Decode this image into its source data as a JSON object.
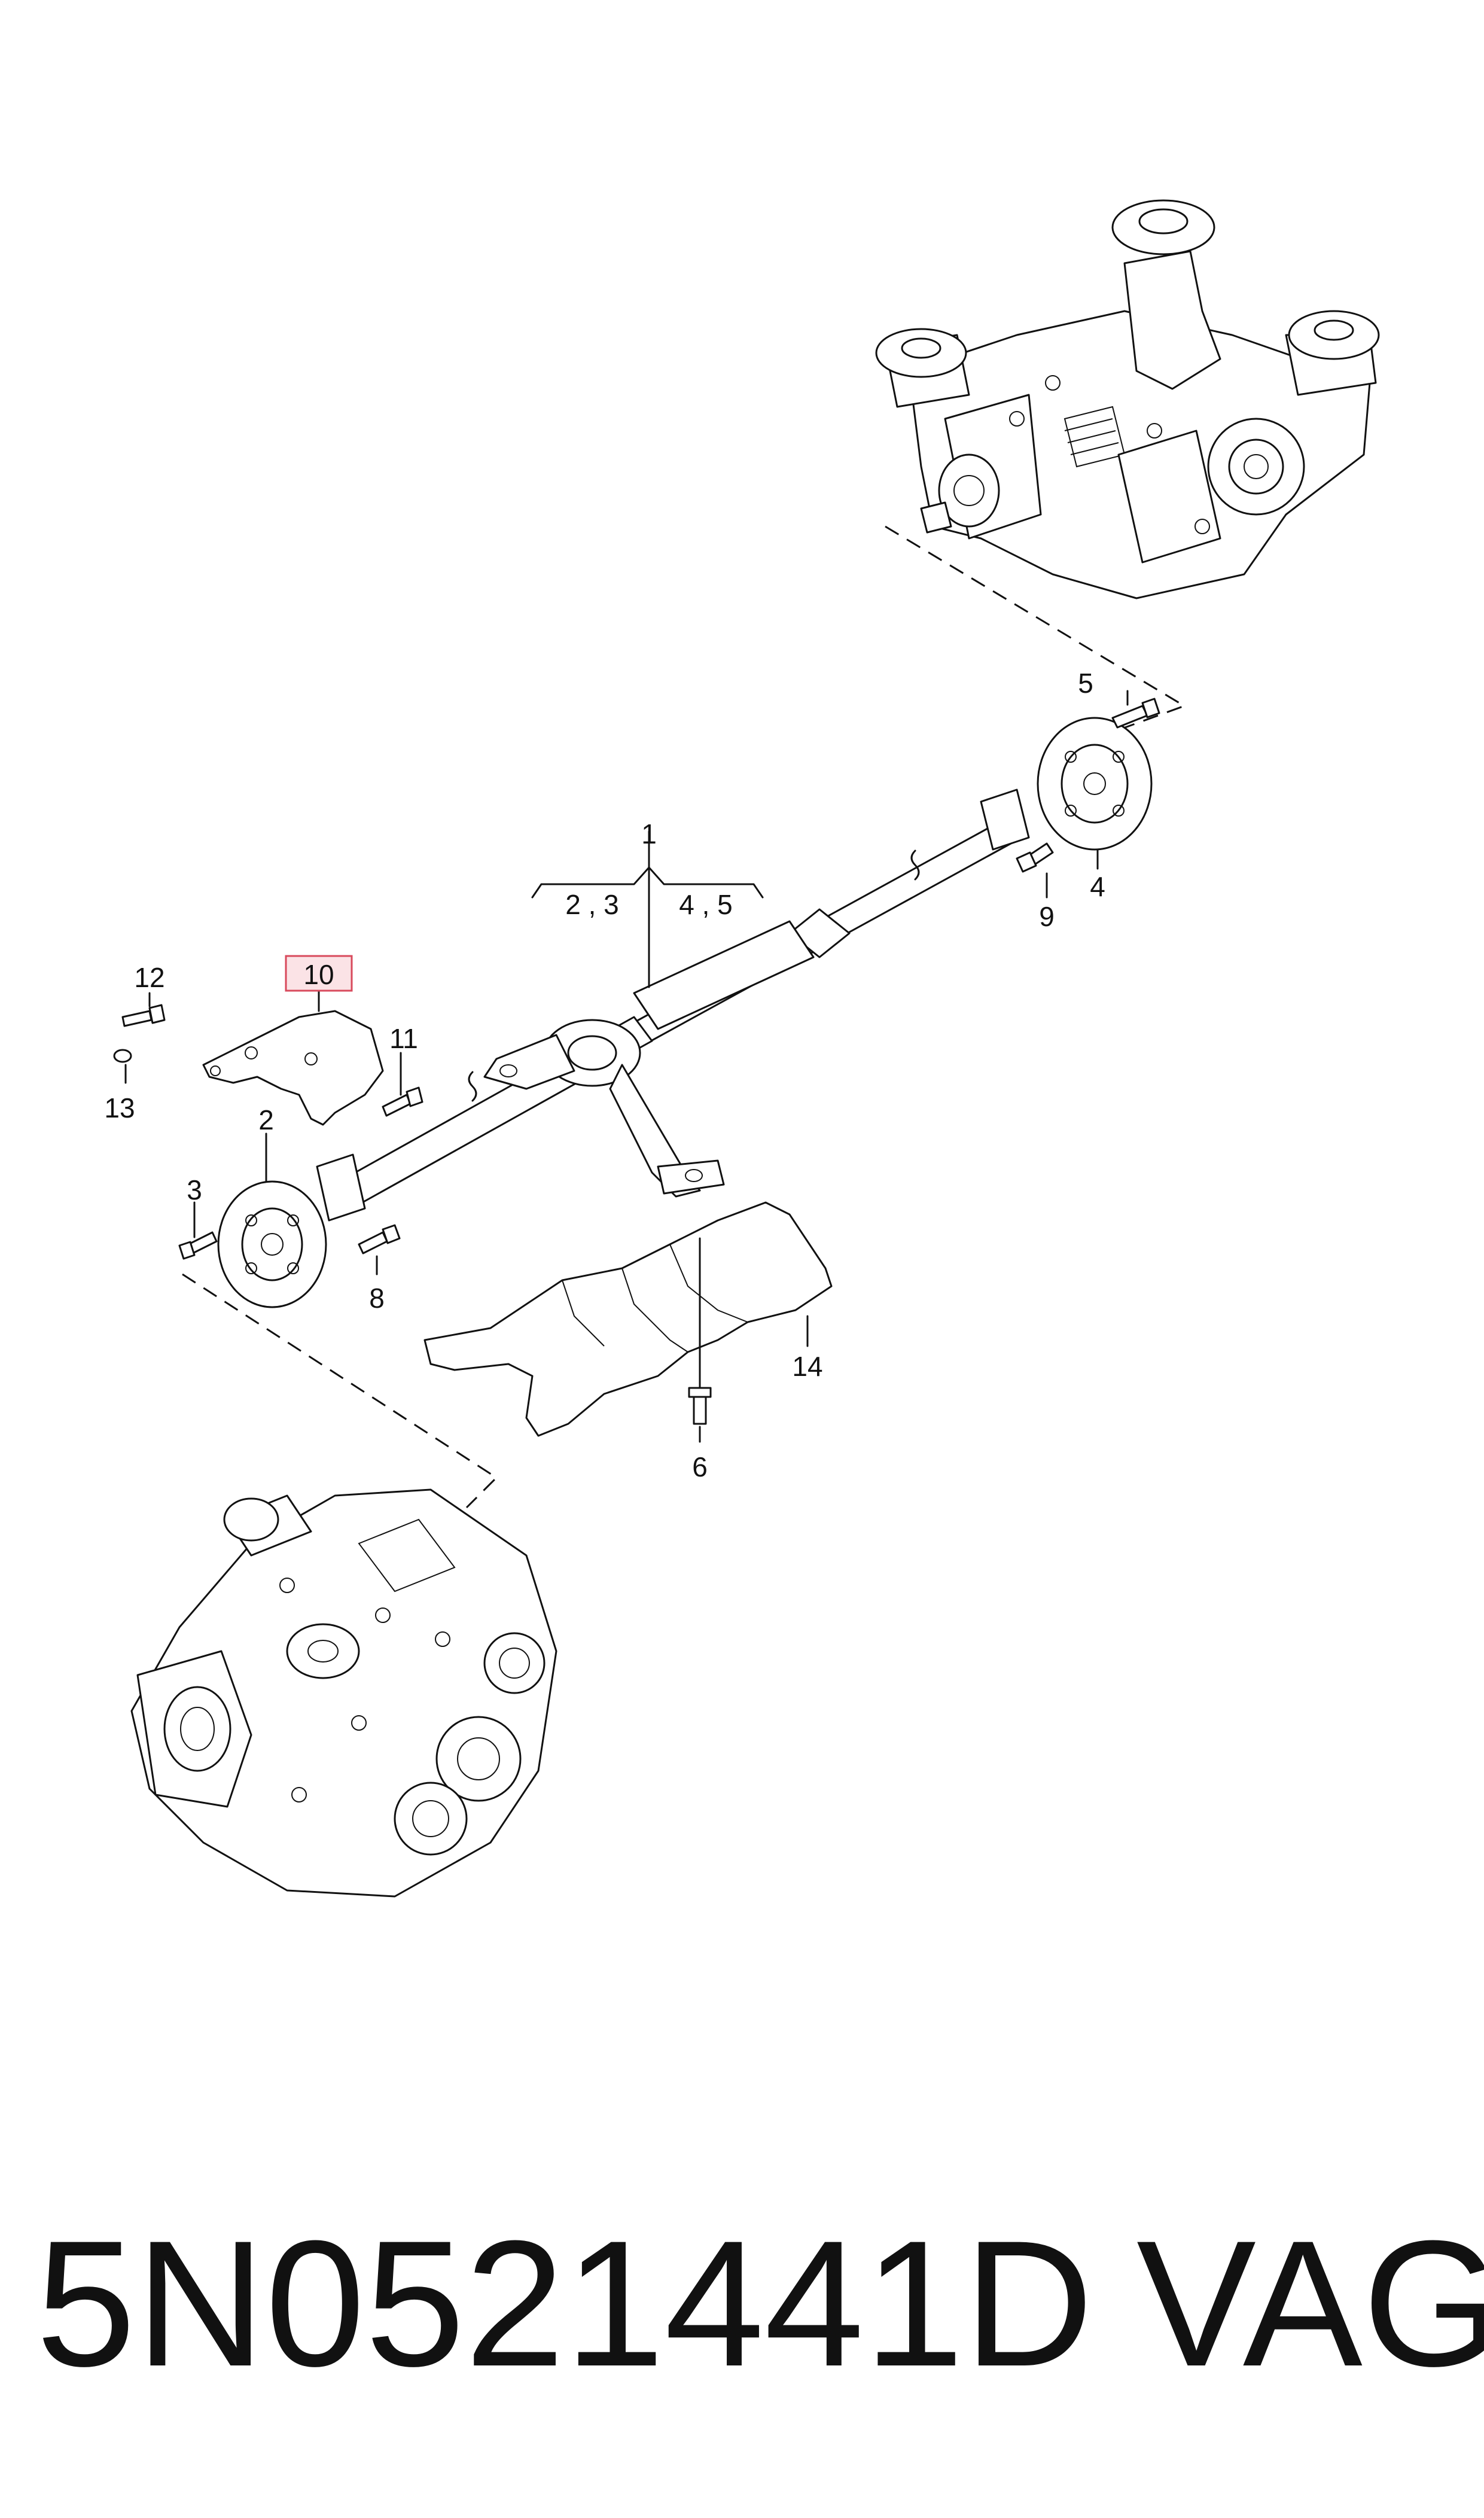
{
  "callouts": {
    "c1": "1",
    "c23": "2 , 3",
    "c45": "4 , 5",
    "c2": "2",
    "c3": "3",
    "c4": "4",
    "c5": "5",
    "c6": "6",
    "c8": "8",
    "c9": "9",
    "c10": "10",
    "c11": "11",
    "c12": "12",
    "c13": "13",
    "c14": "14"
  },
  "highlighted_callout": "10",
  "highlight_color": "#d84a5c",
  "footer": {
    "part_number": "5N0521441D",
    "brand": "VAG"
  }
}
